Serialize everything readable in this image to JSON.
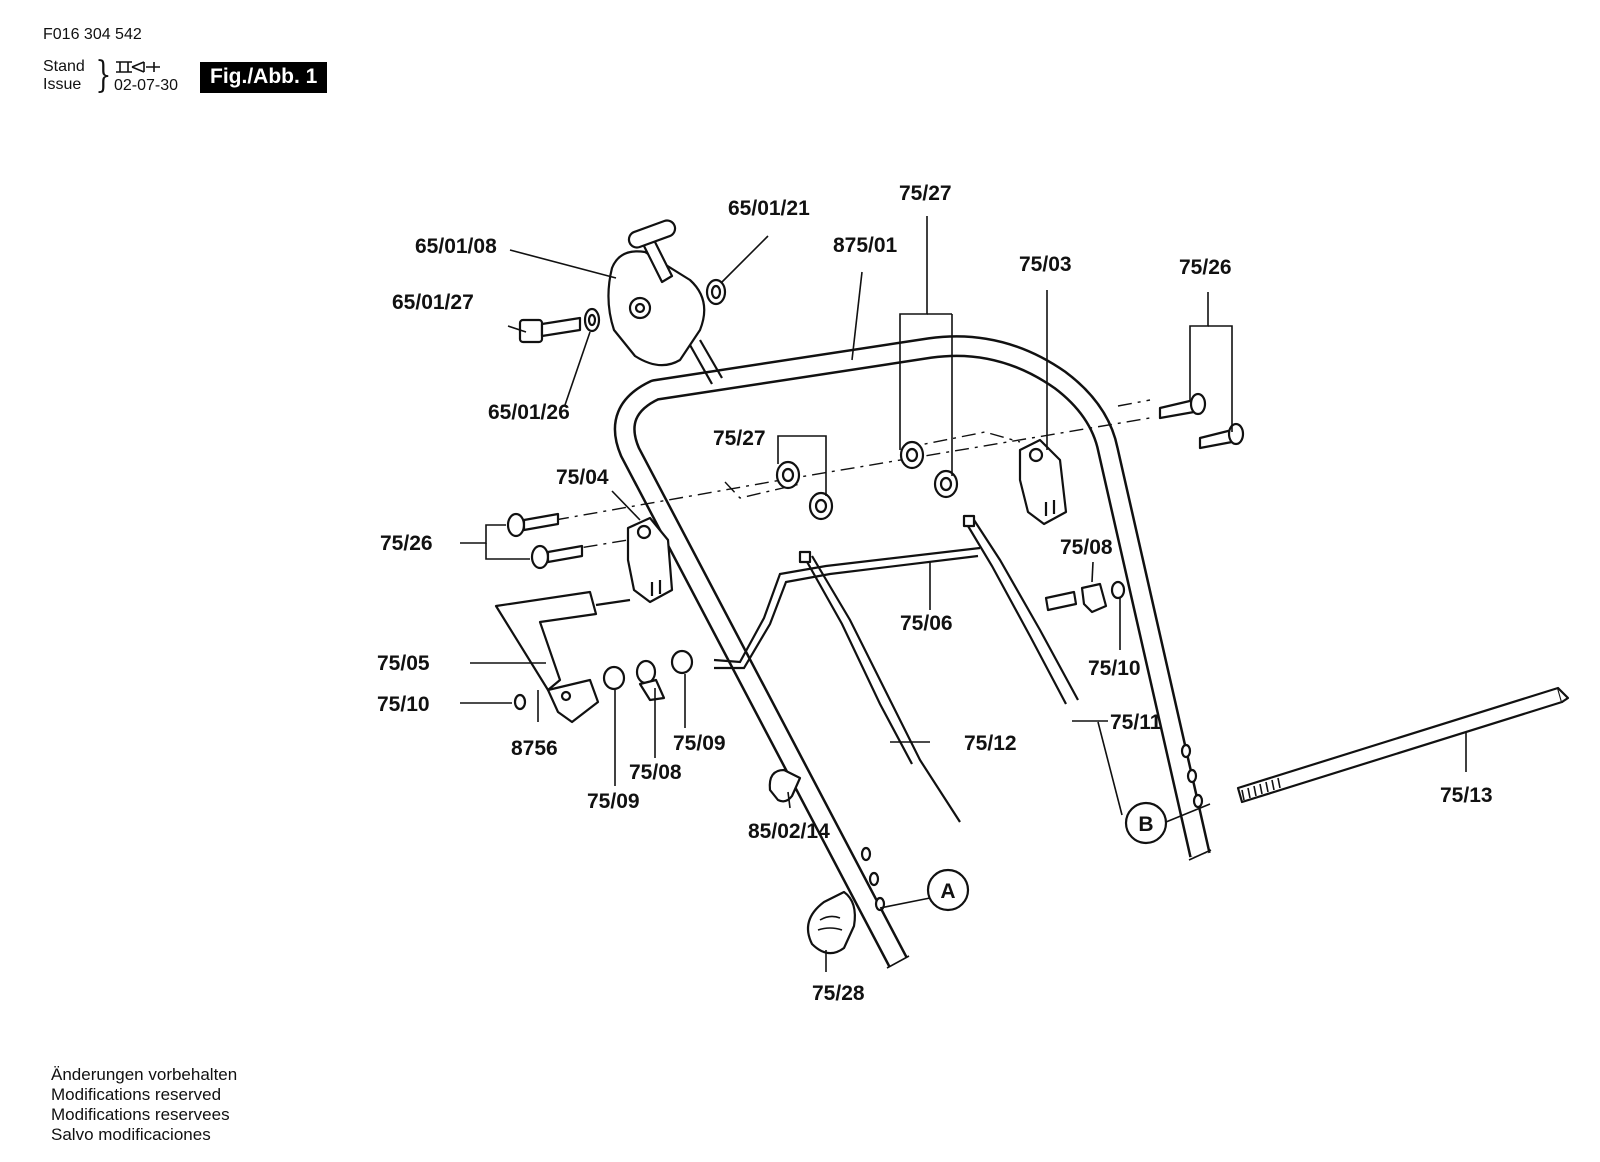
{
  "header": {
    "doc_number": "F016 304 542",
    "stand_label": "Stand",
    "issue_label": "Issue",
    "date": "02-07-30",
    "figure_label": "Fig./Abb. 1"
  },
  "diagram": {
    "parts": [
      {
        "id": "p1",
        "text": "65/01/21"
      },
      {
        "id": "p2",
        "text": "75/27"
      },
      {
        "id": "p3",
        "text": "65/01/08"
      },
      {
        "id": "p4",
        "text": "875/01"
      },
      {
        "id": "p5",
        "text": "75/03"
      },
      {
        "id": "p6",
        "text": "75/26"
      },
      {
        "id": "p7",
        "text": "65/01/27"
      },
      {
        "id": "p8",
        "text": "65/01/26"
      },
      {
        "id": "p9",
        "text": "75/27"
      },
      {
        "id": "p10",
        "text": "75/04"
      },
      {
        "id": "p11",
        "text": "75/26"
      },
      {
        "id": "p12",
        "text": "75/08"
      },
      {
        "id": "p13",
        "text": "75/06"
      },
      {
        "id": "p14",
        "text": "75/10"
      },
      {
        "id": "p15",
        "text": "75/05"
      },
      {
        "id": "p16",
        "text": "75/10"
      },
      {
        "id": "p17",
        "text": "75/11"
      },
      {
        "id": "p18",
        "text": "8756"
      },
      {
        "id": "p19",
        "text": "75/09"
      },
      {
        "id": "p20",
        "text": "75/12"
      },
      {
        "id": "p21",
        "text": "75/08"
      },
      {
        "id": "p22",
        "text": "75/09"
      },
      {
        "id": "p23",
        "text": "75/13"
      },
      {
        "id": "p24",
        "text": "85/02/14"
      },
      {
        "id": "p25",
        "text": "75/28"
      }
    ],
    "callouts": [
      {
        "id": "A",
        "text": "A"
      },
      {
        "id": "B",
        "text": "B"
      }
    ]
  },
  "footer": {
    "notes": [
      "Änderungen vorbehalten",
      "Modifications reserved",
      "Modifications reservees",
      "Salvo modificaciones"
    ]
  }
}
